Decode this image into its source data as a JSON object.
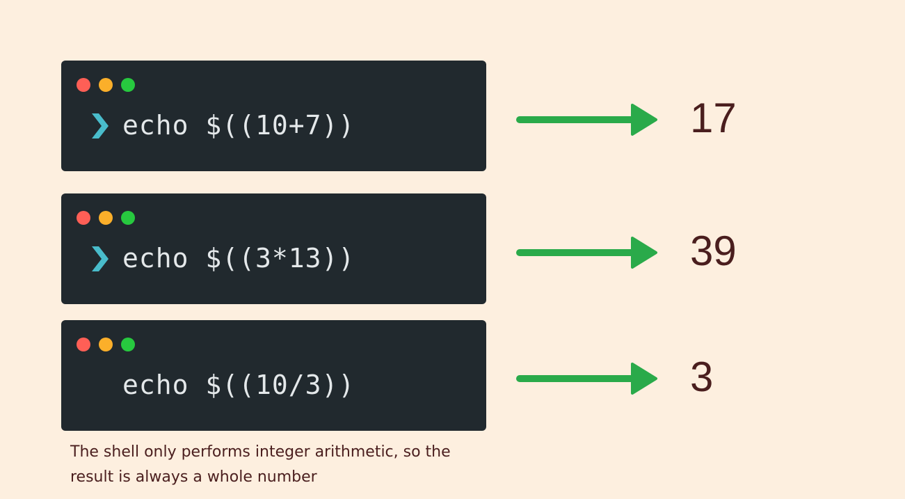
{
  "terminals": [
    {
      "show_prompt": true,
      "command": "echo $((10+7))",
      "result": "17"
    },
    {
      "show_prompt": true,
      "command": "echo $((3*13))",
      "result": "39"
    },
    {
      "show_prompt": false,
      "command": "echo $((10/3))",
      "result": "3"
    }
  ],
  "note": "The shell only performs integer arithmetic, so the result is always a whole number",
  "colors": {
    "background": "#fdefdf",
    "terminal_bg": "#21292e",
    "prompt_arrow": "#49bccb",
    "arrow": "#2aaa4a",
    "result_text": "#4a1e1e",
    "dot_red": "#fe5f56",
    "dot_yellow": "#fbaf2a",
    "dot_green": "#27c93f"
  },
  "icons": {
    "window_controls": [
      "close-dot",
      "minimize-dot",
      "maximize-dot"
    ],
    "prompt": "chevron-right-icon",
    "result_pointer": "arrow-right-icon"
  }
}
